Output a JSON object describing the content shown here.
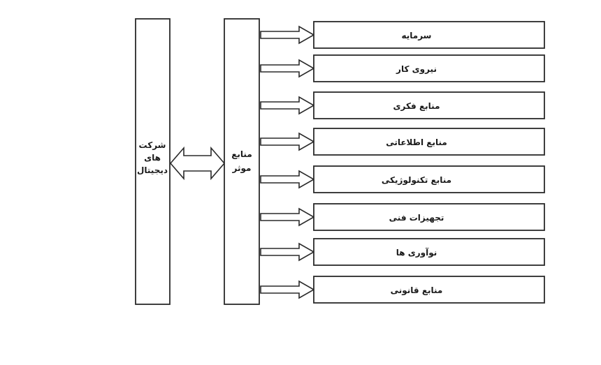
{
  "left_box": {
    "lines": [
      "شرکت",
      "های",
      "دیجیتال"
    ]
  },
  "center_box": {
    "lines": [
      "منابع",
      "موثر"
    ]
  },
  "resources": [
    {
      "label": "سرمایه"
    },
    {
      "label": "نیروی کار"
    },
    {
      "label": "منابع فکری"
    },
    {
      "label": "منابع اطلاعاتی"
    },
    {
      "label": "منابع تکنولوژیکی"
    },
    {
      "label": "تجهیزات فنی"
    },
    {
      "label": "نوآوری ها"
    },
    {
      "label": "منابع قانونی"
    }
  ]
}
